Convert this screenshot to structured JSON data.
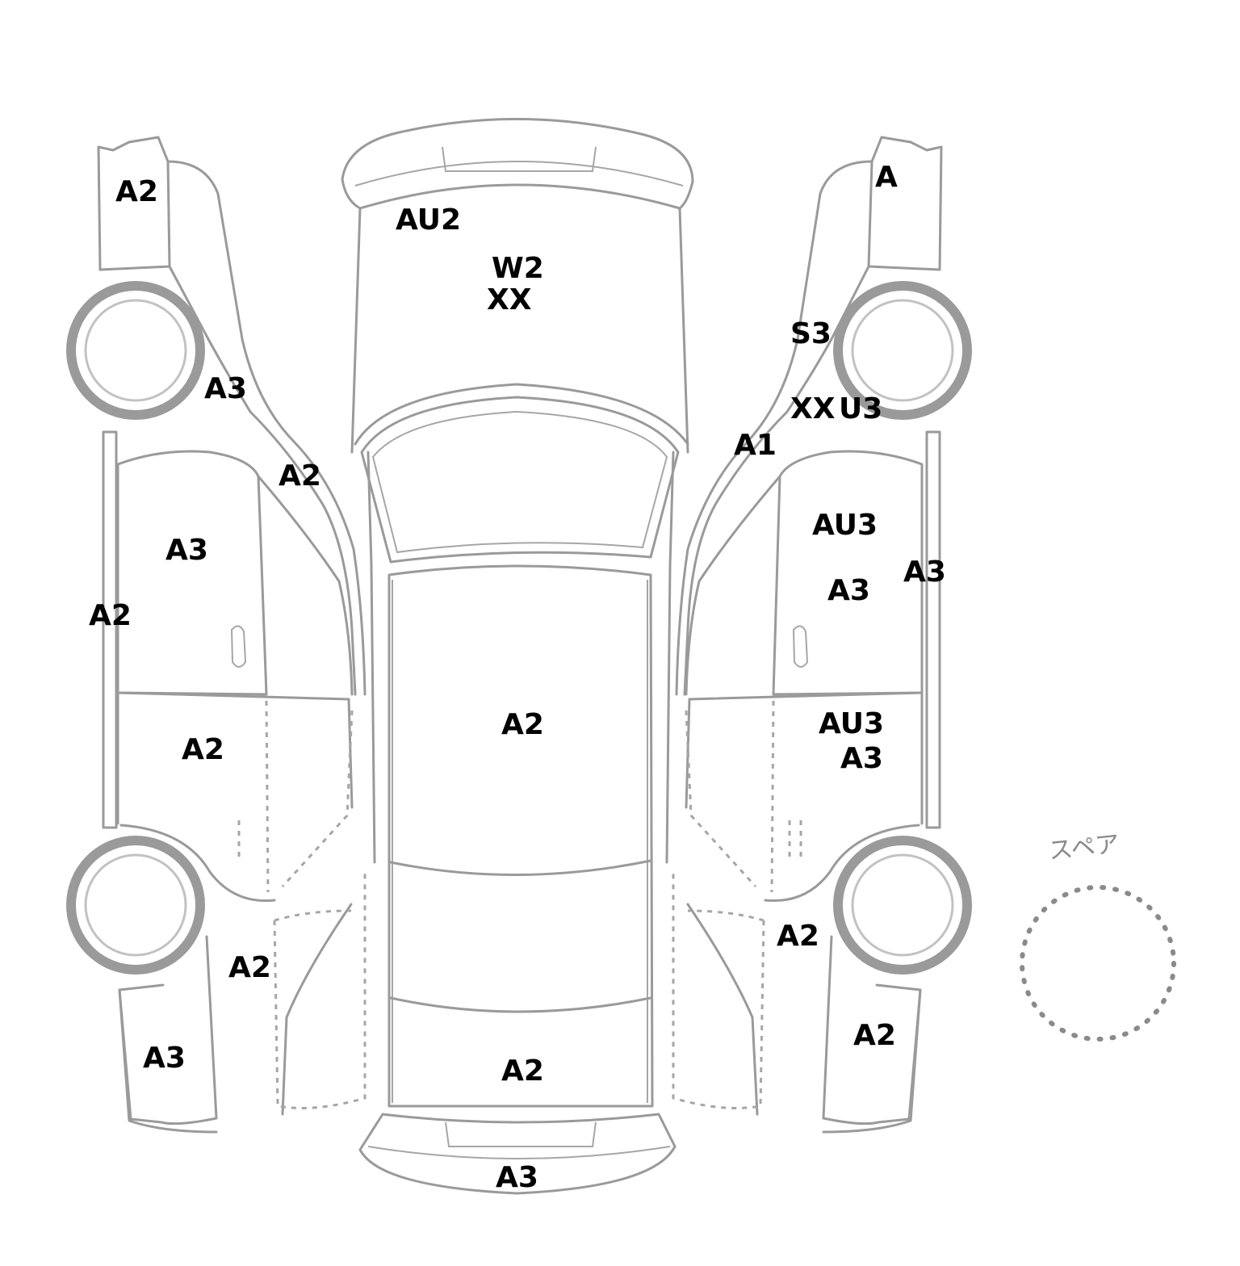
{
  "spare": {
    "label": "スペア"
  },
  "codes": {
    "left_front_fender_top": "A2",
    "left_front_fender_wheel": "A3",
    "left_pillar": "A2",
    "left_front_door": "A3",
    "left_side_edge": "A2",
    "left_rear_door": "A2",
    "left_rear_quarter": "A2",
    "left_rear_bumper": "A3",
    "hood_top": "AU2",
    "hood_w": "W2",
    "hood_xx": "XX",
    "roof": "A2",
    "trunk": "A2",
    "rear_bumper": "A3",
    "right_front_bumper": "A",
    "right_front_fender": "S3",
    "right_fender_xx": "XX",
    "right_fender_u3": "U3",
    "right_pillar": "A1",
    "right_front_door_top": "AU3",
    "right_front_door_mid": "A3",
    "right_side_edge": "A3",
    "right_rear_door_top": "AU3",
    "right_rear_door_mid": "A3",
    "right_rear_quarter": "A2",
    "right_rear_bumper": "A2"
  }
}
